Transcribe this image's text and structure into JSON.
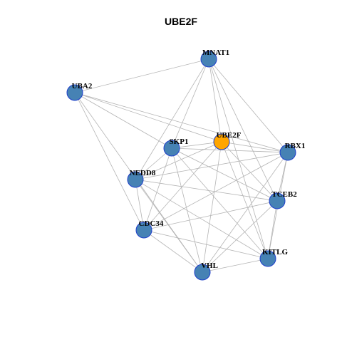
{
  "title": "UBE2F",
  "colors": {
    "focus_node": "#FFA500",
    "node": "#4682B4",
    "node_border": "#1f3fcc",
    "edge": "#b4b4b4"
  },
  "nodes": [
    {
      "id": "UBE2F",
      "label": "UBE2F",
      "focus": true
    },
    {
      "id": "MNAT1",
      "label": "MNAT1"
    },
    {
      "id": "UBA2",
      "label": "UBA2"
    },
    {
      "id": "SKP1",
      "label": "SKP1"
    },
    {
      "id": "RBX1",
      "label": "RBX1"
    },
    {
      "id": "NEDD8",
      "label": "NEDD8"
    },
    {
      "id": "TCEB2",
      "label": "TCEB2"
    },
    {
      "id": "CDC34",
      "label": "CDC34"
    },
    {
      "id": "KITLG",
      "label": "KITLG"
    },
    {
      "id": "VHL",
      "label": "VHL"
    }
  ],
  "edges": [
    [
      "MNAT1",
      "UBA2"
    ],
    [
      "MNAT1",
      "SKP1"
    ],
    [
      "MNAT1",
      "NEDD8"
    ],
    [
      "MNAT1",
      "UBE2F"
    ],
    [
      "MNAT1",
      "RBX1"
    ],
    [
      "MNAT1",
      "TCEB2"
    ],
    [
      "MNAT1",
      "KITLG"
    ],
    [
      "UBA2",
      "UBE2F"
    ],
    [
      "UBA2",
      "SKP1"
    ],
    [
      "UBA2",
      "RBX1"
    ],
    [
      "UBA2",
      "CDC34"
    ],
    [
      "UBA2",
      "VHL"
    ],
    [
      "UBE2F",
      "SKP1"
    ],
    [
      "UBE2F",
      "NEDD8"
    ],
    [
      "UBE2F",
      "RBX1"
    ],
    [
      "UBE2F",
      "TCEB2"
    ],
    [
      "UBE2F",
      "CDC34"
    ],
    [
      "UBE2F",
      "KITLG"
    ],
    [
      "UBE2F",
      "VHL"
    ],
    [
      "SKP1",
      "NEDD8"
    ],
    [
      "SKP1",
      "RBX1"
    ],
    [
      "SKP1",
      "TCEB2"
    ],
    [
      "SKP1",
      "CDC34"
    ],
    [
      "SKP1",
      "KITLG"
    ],
    [
      "SKP1",
      "VHL"
    ],
    [
      "NEDD8",
      "RBX1"
    ],
    [
      "NEDD8",
      "TCEB2"
    ],
    [
      "NEDD8",
      "CDC34"
    ],
    [
      "NEDD8",
      "KITLG"
    ],
    [
      "NEDD8",
      "VHL"
    ],
    [
      "RBX1",
      "TCEB2"
    ],
    [
      "RBX1",
      "CDC34"
    ],
    [
      "RBX1",
      "KITLG"
    ],
    [
      "RBX1",
      "VHL"
    ],
    [
      "TCEB2",
      "CDC34"
    ],
    [
      "TCEB2",
      "KITLG"
    ],
    [
      "TCEB2",
      "VHL"
    ],
    [
      "CDC34",
      "KITLG"
    ],
    [
      "CDC34",
      "VHL"
    ],
    [
      "KITLG",
      "VHL"
    ]
  ]
}
